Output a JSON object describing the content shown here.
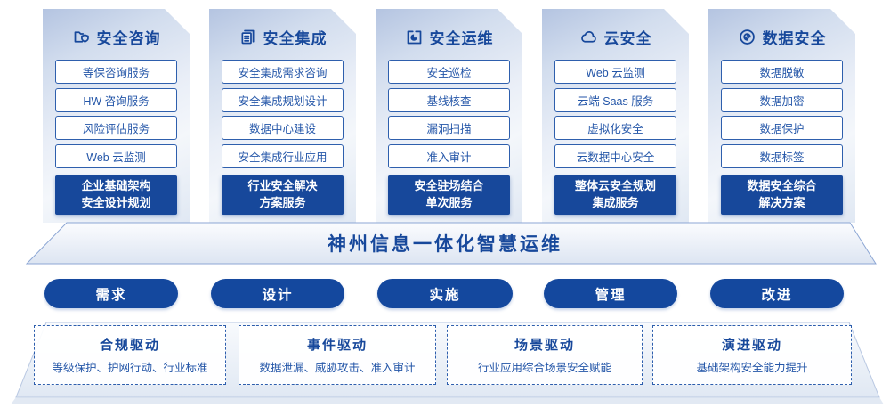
{
  "diagram": {
    "columns": [
      {
        "title": "安全咨询",
        "icon": "folder-shield-icon",
        "items": [
          "等保咨询服务",
          "HW 咨询服务",
          "风险评估服务",
          "Web 云监测"
        ],
        "footer_line1": "企业基础架构",
        "footer_line2": "安全设计规划"
      },
      {
        "title": "安全集成",
        "icon": "copy-docs-icon",
        "items": [
          "安全集成需求咨询",
          "安全集成规划设计",
          "数据中心建设",
          "安全集成行业应用"
        ],
        "footer_line1": "行业安全解决",
        "footer_line2": "方案服务"
      },
      {
        "title": "安全运维",
        "icon": "box-clock-icon",
        "items": [
          "安全巡检",
          "基线核查",
          "漏洞扫描",
          "准入审计"
        ],
        "footer_line1": "安全驻场结合",
        "footer_line2": "单次服务"
      },
      {
        "title": "云安全",
        "icon": "cloud-icon",
        "items": [
          "Web 云监测",
          "云端 Saas 服务",
          "虚拟化安全",
          "云数据中心安全"
        ],
        "footer_line1": "整体云安全规划",
        "footer_line2": "集成服务"
      },
      {
        "title": "数据安全",
        "icon": "fingerprint-icon",
        "items": [
          "数据脱敏",
          "数据加密",
          "数据保护",
          "数据标签"
        ],
        "footer_line1": "数据安全综合",
        "footer_line2": "解决方案"
      }
    ],
    "platform_title": "神州信息一体化智慧运维",
    "process_steps": [
      "需求",
      "设计",
      "实施",
      "管理",
      "改进"
    ],
    "drivers": [
      {
        "title": "合规驱动",
        "desc": "等级保护、护网行动、行业标准"
      },
      {
        "title": "事件驱动",
        "desc": "数据泄漏、威胁攻击、准入审计"
      },
      {
        "title": "场景驱动",
        "desc": "行业应用综合场景安全赋能"
      },
      {
        "title": "演进驱动",
        "desc": "基础架构安全能力提升"
      }
    ],
    "colors": {
      "primary_blue": "#17489B",
      "item_text_blue": "#2456A8",
      "border_blue": "#2E5FAD",
      "pill_blue": "#14489E"
    }
  }
}
